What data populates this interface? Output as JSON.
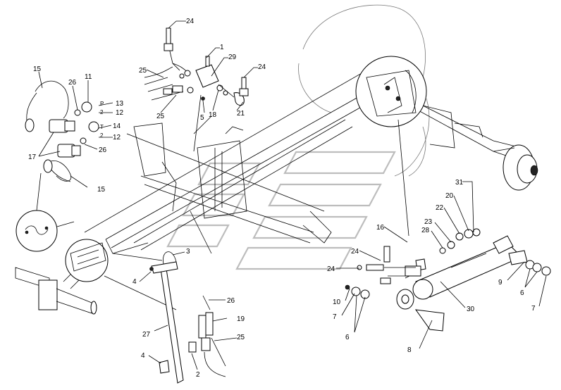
{
  "callouts": [
    {
      "id": "c24a",
      "label": "24"
    },
    {
      "id": "c1",
      "label": "1"
    },
    {
      "id": "c29",
      "label": "29"
    },
    {
      "id": "c25a",
      "label": "25"
    },
    {
      "id": "c24b",
      "label": "24"
    },
    {
      "id": "c25b",
      "label": "25"
    },
    {
      "id": "c5",
      "label": "5"
    },
    {
      "id": "c18",
      "label": "18"
    },
    {
      "id": "c21",
      "label": "21"
    },
    {
      "id": "c15a",
      "label": "15"
    },
    {
      "id": "c26a",
      "label": "26"
    },
    {
      "id": "c11",
      "label": "11"
    },
    {
      "id": "c13",
      "label": "13"
    },
    {
      "id": "c12a",
      "label": "12"
    },
    {
      "id": "c14",
      "label": "14"
    },
    {
      "id": "c12b",
      "label": "12"
    },
    {
      "id": "c17",
      "label": "17"
    },
    {
      "id": "c26b",
      "label": "26"
    },
    {
      "id": "c15b",
      "label": "15"
    },
    {
      "id": "c3",
      "label": "3"
    },
    {
      "id": "c4a",
      "label": "4"
    },
    {
      "id": "c27",
      "label": "27"
    },
    {
      "id": "c4b",
      "label": "4"
    },
    {
      "id": "c26c",
      "label": "26"
    },
    {
      "id": "c19",
      "label": "19"
    },
    {
      "id": "c25c",
      "label": "25"
    },
    {
      "id": "c2",
      "label": "2"
    },
    {
      "id": "c16",
      "label": "16"
    },
    {
      "id": "c24c",
      "label": "24"
    },
    {
      "id": "c24d",
      "label": "24"
    },
    {
      "id": "c10",
      "label": "10"
    },
    {
      "id": "c7a",
      "label": "7"
    },
    {
      "id": "c6a",
      "label": "6"
    },
    {
      "id": "c31",
      "label": "31"
    },
    {
      "id": "c20",
      "label": "20"
    },
    {
      "id": "c22",
      "label": "22"
    },
    {
      "id": "c23",
      "label": "23"
    },
    {
      "id": "c28",
      "label": "28"
    },
    {
      "id": "c30",
      "label": "30"
    },
    {
      "id": "c9",
      "label": "9"
    },
    {
      "id": "c6b",
      "label": "6"
    },
    {
      "id": "c7b",
      "label": "7"
    },
    {
      "id": "c8",
      "label": "8"
    }
  ],
  "coupler_marks": [
    {
      "id": "m_p",
      "label": "P"
    },
    {
      "id": "m_p2",
      "label": "2"
    },
    {
      "id": "m_t",
      "label": "T"
    },
    {
      "id": "m_t2",
      "label": "2"
    }
  ]
}
